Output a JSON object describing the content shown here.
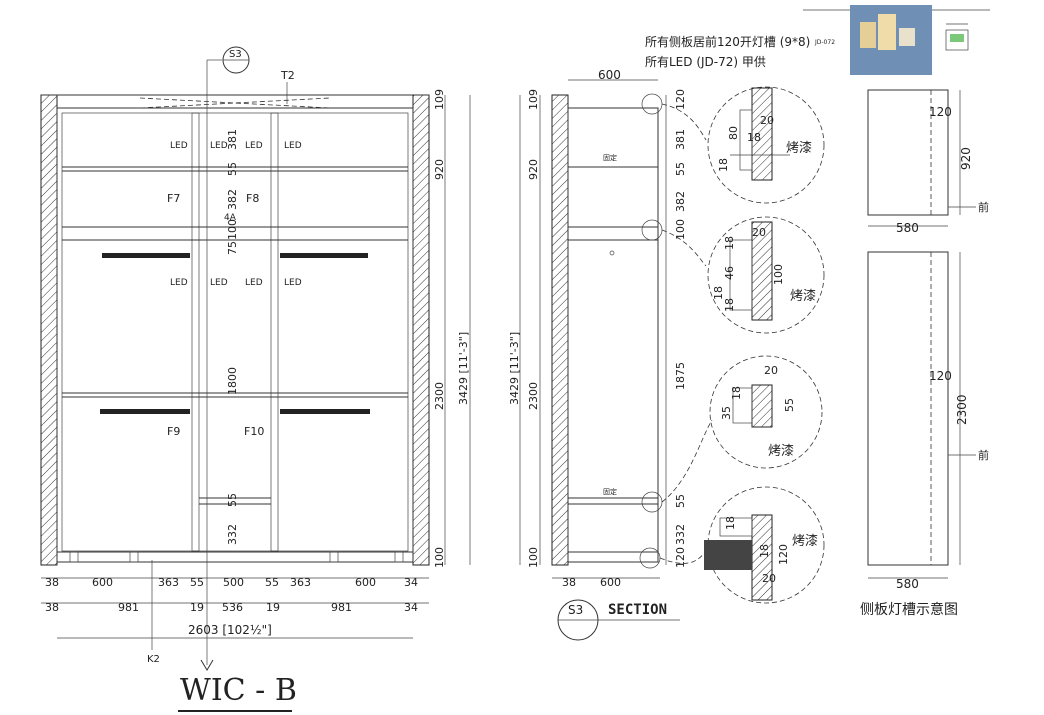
{
  "notes": {
    "line1": "所有侧板居前120开灯槽 (9*8)",
    "line2": "所有LED (JD-72) 甲供",
    "part_code": "JD-072"
  },
  "elevation": {
    "title": "WIC - B",
    "section_marker_top": "S3",
    "label_t2": "T2",
    "label_f7": "F7",
    "label_f8": "F8",
    "label_f9": "F9",
    "label_f10": "F10",
    "label_k2": "K2",
    "label_4a": "4A",
    "led": "LED",
    "dims_right": [
      "109",
      "920",
      "2300",
      "100"
    ],
    "dim_total_h": "3429 [11'-3\"]",
    "dims_center": [
      "381",
      "55",
      "382",
      "100",
      "75",
      "1800",
      "55",
      "332"
    ],
    "dims_bottom1": [
      "38",
      "600",
      "363",
      "55",
      "500",
      "55",
      "363",
      "600",
      "34"
    ],
    "dims_bottom2": [
      "38",
      "981",
      "19",
      "536",
      "19",
      "981",
      "34"
    ],
    "dim_total_w": "2603 [102½\"]"
  },
  "section": {
    "marker": "S3",
    "title": "SECTION",
    "dims_left": [
      "109",
      "920",
      "2300",
      "100"
    ],
    "dim_total_h": "3429 [11'-3\"]",
    "dims_right": [
      "120",
      "381",
      "55",
      "382",
      "100",
      "1875",
      "55",
      "332",
      "120"
    ],
    "dim_top": "600",
    "dims_bottom": [
      "38",
      "600"
    ],
    "fixed_label": "固定"
  },
  "details": {
    "d1": [
      "80",
      "20",
      "18",
      "18",
      "烤漆"
    ],
    "d2": [
      "46",
      "18",
      "20",
      "100",
      "18",
      "18",
      "烤漆"
    ],
    "d3": [
      "35",
      "18",
      "20",
      "55",
      "烤漆"
    ],
    "d4": [
      "18",
      "18",
      "20",
      "120",
      "烤漆"
    ]
  },
  "side": {
    "title": "侧板灯槽示意图",
    "top_h": "920",
    "top_w": "580",
    "bottom_h": "2300",
    "bottom_w": "580",
    "groove": "120",
    "front": "前"
  }
}
